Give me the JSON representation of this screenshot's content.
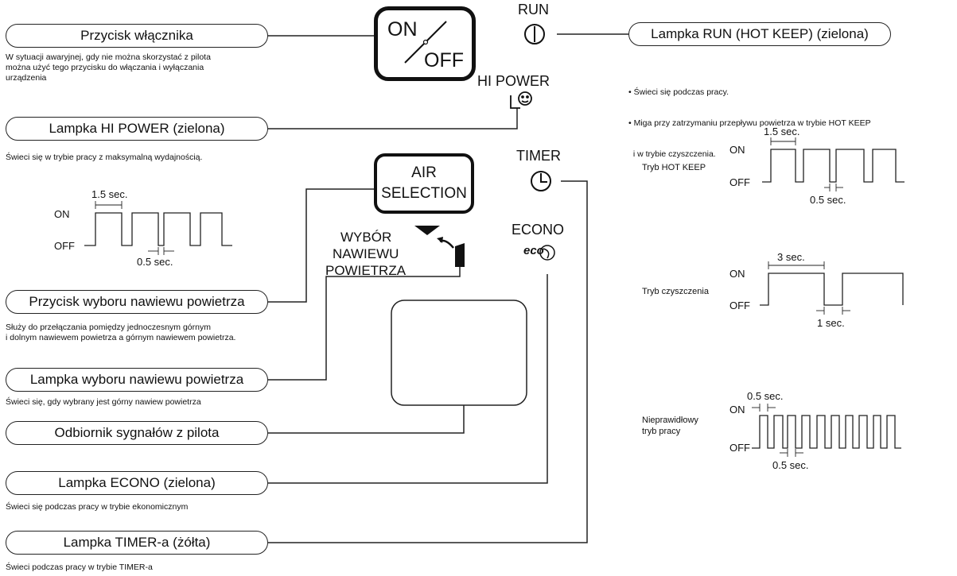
{
  "buttons": {
    "power_on": "ON",
    "power_off": "OFF",
    "air_line1": "AIR",
    "air_line2": "SELECTION"
  },
  "indicators": {
    "run": "RUN",
    "hi_power": "HI POWER",
    "timer": "TIMER",
    "econo": "ECONO",
    "eco_glyph": "eco"
  },
  "air_direction": [
    "WYBÓR",
    "NAWIEWU",
    "POWIETRZA"
  ],
  "callouts": {
    "power": {
      "title": "Przycisk włącznika",
      "desc": [
        "W sytuacji awaryjnej, gdy nie można skorzystać z pilota",
        "można użyć tego przycisku do włączania i wyłączania",
        "urządzenia"
      ]
    },
    "hipower": {
      "title": "Lampka HI POWER (zielona)",
      "desc": [
        "Świeci się w trybie pracy z maksymalną wydajnością."
      ]
    },
    "airbtn": {
      "title": "Przycisk wyboru nawiewu powietrza",
      "desc": [
        "Służy do przełączania pomiędzy jednoczesnym górnym",
        "i dolnym nawiewem powietrza a górnym nawiewem powietrza."
      ]
    },
    "airlamp": {
      "title": "Lampka wyboru nawiewu powietrza",
      "desc": [
        "Świeci się, gdy wybrany jest górny nawiew powietrza"
      ]
    },
    "receiver": {
      "title": "Odbiornik sygnałów z pilota"
    },
    "econo": {
      "title": "Lampka ECONO (zielona)",
      "desc": [
        "Świeci się podczas pracy w trybie ekonomicznym"
      ]
    },
    "timer": {
      "title": "Lampka TIMER-a (żółta)",
      "desc": [
        "Świeci podczas pracy w trybie TIMER-a"
      ]
    },
    "run": {
      "title": "Lampka RUN (HOT KEEP) (zielona)",
      "desc": [
        "• Świeci się podczas pracy.",
        "• Miga przy zatrzymaniu przepływu powietrza w trybie HOT KEEP",
        "  i w trybie czyszczenia."
      ]
    }
  },
  "waveforms": {
    "on": "ON",
    "off": "OFF",
    "left": {
      "t1": "1.5 sec.",
      "t2": "0.5 sec."
    },
    "hotkeep": {
      "mode": "Tryb HOT KEEP",
      "t1": "1.5 sec.",
      "t2": "0.5 sec."
    },
    "cleaning": {
      "mode": "Tryb czyszczenia",
      "t1": "3 sec.",
      "t2": "1 sec."
    },
    "abnormal": {
      "mode_line1": "Nieprawidłowy",
      "mode_line2": "tryb pracy",
      "t1": "0.5 sec.",
      "t2": "0.5 sec."
    }
  }
}
